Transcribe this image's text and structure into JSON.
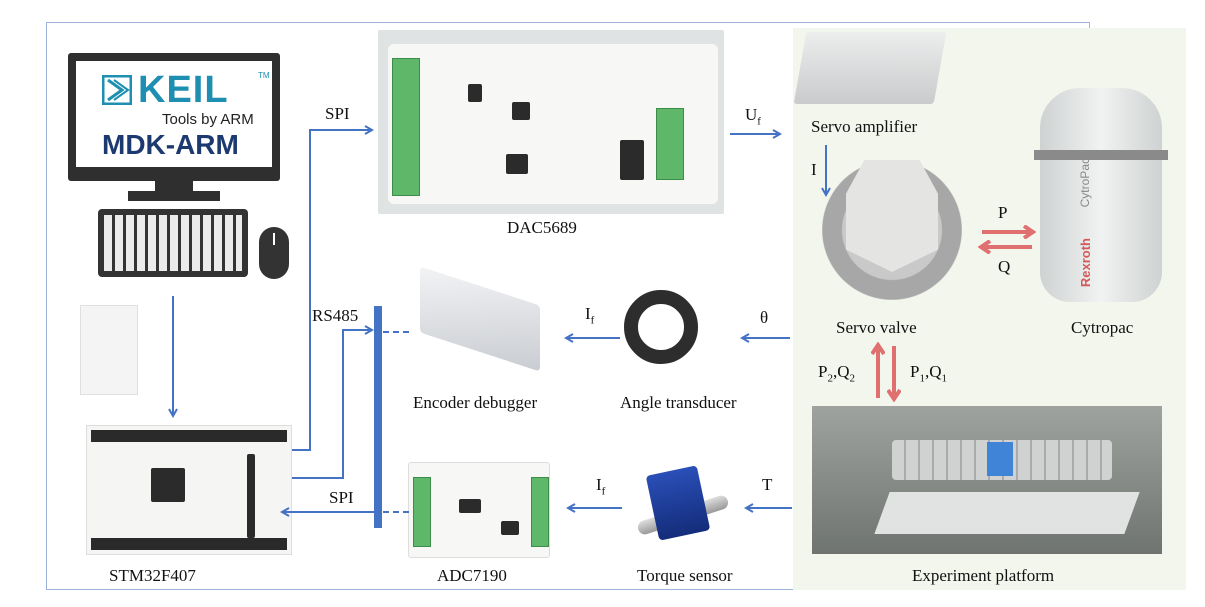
{
  "diagram": {
    "frame_color": "#9db3dc",
    "wire_color": "#4472c4",
    "hydraulic_arrow_color": "#e07070",
    "right_panel_bg": "#f2f6ec"
  },
  "software": {
    "logo_word": "KEIL",
    "logo_tm": "TM",
    "logo_sub": "Tools by ARM",
    "logo_product": "MDK-ARM"
  },
  "components": {
    "dac": "DAC5689",
    "mcu": "STM32F407",
    "adc": "ADC7190",
    "encoder_debugger": "Encoder debugger",
    "angle_transducer": "Angle transducer",
    "torque_sensor": "Torque sensor",
    "servo_amplifier": "Servo amplifier",
    "servo_valve": "Servo valve",
    "cytropac": "Cytropac",
    "experiment_platform": "Experiment platform"
  },
  "product_marks": {
    "cytropac_brand": "CytroPac",
    "cytropac_maker": "Rexroth"
  },
  "signals": {
    "spi_top": "SPI",
    "spi_bottom": "SPI",
    "rs485": "RS485",
    "uf_main": "U",
    "uf_sub": "f",
    "current": "I",
    "if_encoder_main": "I",
    "if_encoder_sub": "f",
    "if_torque_main": "I",
    "if_torque_sub": "f",
    "theta": "θ",
    "torque": "T",
    "pressure": "P",
    "flow": "Q",
    "p2q2": {
      "p": "P",
      "p_sub": "2",
      "sep": ",",
      "q": "Q",
      "q_sub": "2"
    },
    "p1q1": {
      "p": "P",
      "p_sub": "1",
      "sep": ",",
      "q": "Q",
      "q_sub": "1"
    }
  }
}
